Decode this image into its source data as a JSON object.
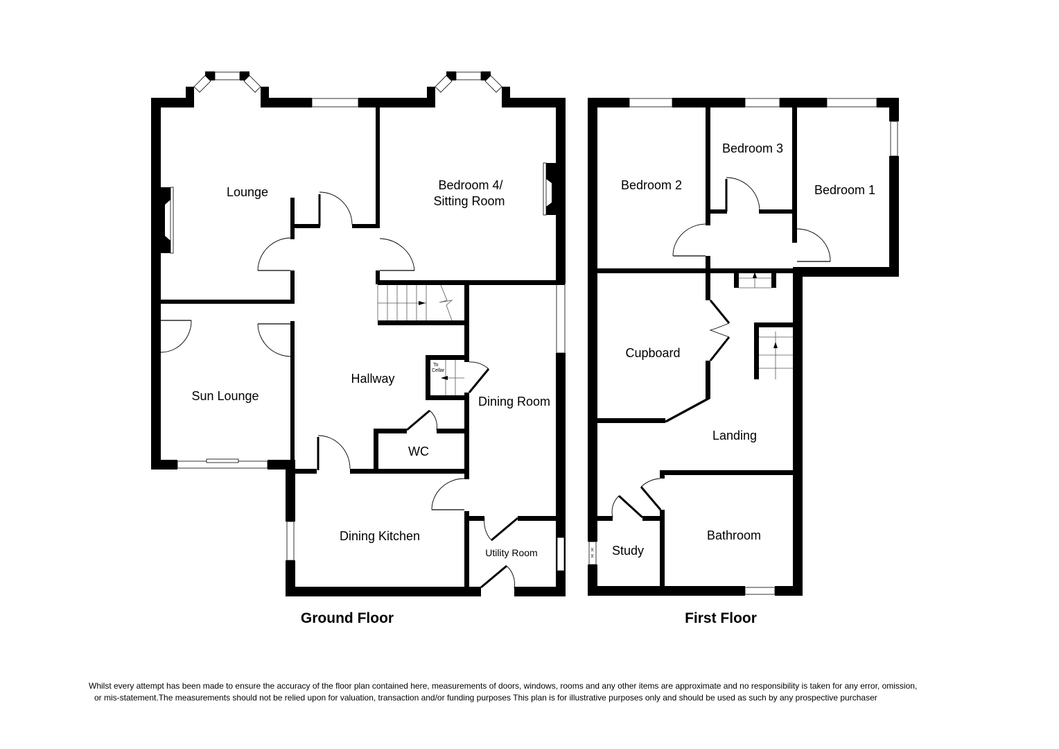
{
  "floors": {
    "ground": {
      "title": "Ground Floor",
      "rooms": {
        "lounge": "Lounge",
        "bedroom4_line1": "Bedroom 4/",
        "bedroom4_line2": "Sitting Room",
        "sun_lounge": "Sun Lounge",
        "hallway": "Hallway",
        "dining_room": "Dining Room",
        "wc": "WC",
        "dining_kitchen": "Dining Kitchen",
        "utility_room": "Utility Room"
      },
      "annotations": {
        "cellar_line1": "To",
        "cellar_line2": "Cellar"
      }
    },
    "first": {
      "title": "First Floor",
      "rooms": {
        "bedroom2": "Bedroom 2",
        "bedroom3": "Bedroom 3",
        "bedroom1": "Bedroom 1",
        "cupboard": "Cupboard",
        "landing": "Landing",
        "study": "Study",
        "bathroom": "Bathroom"
      }
    }
  },
  "disclaimer": {
    "line1": "Whilst every attempt has been made to ensure the accuracy of the floor plan contained here, measurements of doors, windows, rooms and any other items are approximate and no responsibility is taken for any error, omission,",
    "line2": "or mis-statement.The measurements should not be relied upon for valuation, transaction and/or funding purposes This plan is for illustrative purposes only and should be used as such by any prospective purchaser"
  },
  "colors": {
    "wall": "#000000",
    "background": "#ffffff"
  }
}
